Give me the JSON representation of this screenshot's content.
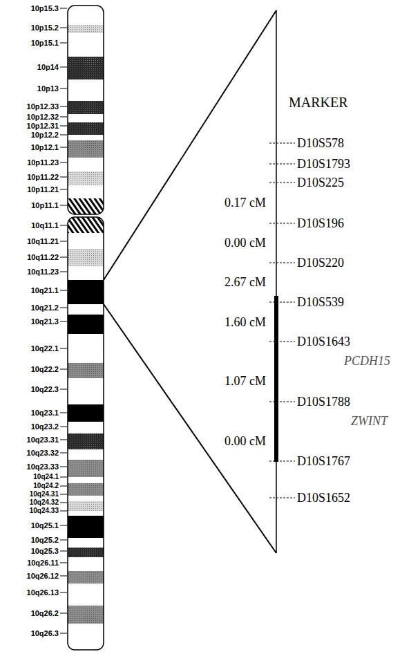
{
  "diagram": {
    "labels": [
      "10p15.3",
      "10p15.2",
      "10p15.1",
      "10p14",
      "10p13",
      "10p12.33",
      "10p12.32",
      "10p12.31",
      "10p12.2",
      "10p12.1",
      "10p11.23",
      "10p11.22",
      "10p11.21",
      "10p11.1",
      "10q11.1",
      "10q11.21",
      "10q11.22",
      "10q11.23",
      "10q21.1",
      "10q21.2",
      "10q21.3",
      "10q22.1",
      "10q22.2",
      "10q22.3",
      "10q23.1",
      "10q23.2",
      "10q23.31",
      "10q23.32",
      "10q23.33",
      "10q24.1",
      "10q24.2",
      "10q24.31",
      "10q24.32",
      "10q24.33",
      "10q25.1",
      "10q25.2",
      "10q25.3",
      "10q26.11",
      "10q26.12",
      "10q26.13",
      "10q26.2",
      "10q26.3",
      "MARKER",
      "D10S578",
      "D10S1793",
      "D10S225",
      "0.17 cM",
      "D10S196",
      "0.00 cM",
      "D10S220",
      "2.67 cM",
      "D10S539",
      "1.60 cM",
      "D10S1643",
      "PCDH15",
      "1.07 cM",
      "D10S1788",
      "ZWINT",
      "0.00 cM",
      "D10S1767",
      "D10S1652"
    ]
  }
}
